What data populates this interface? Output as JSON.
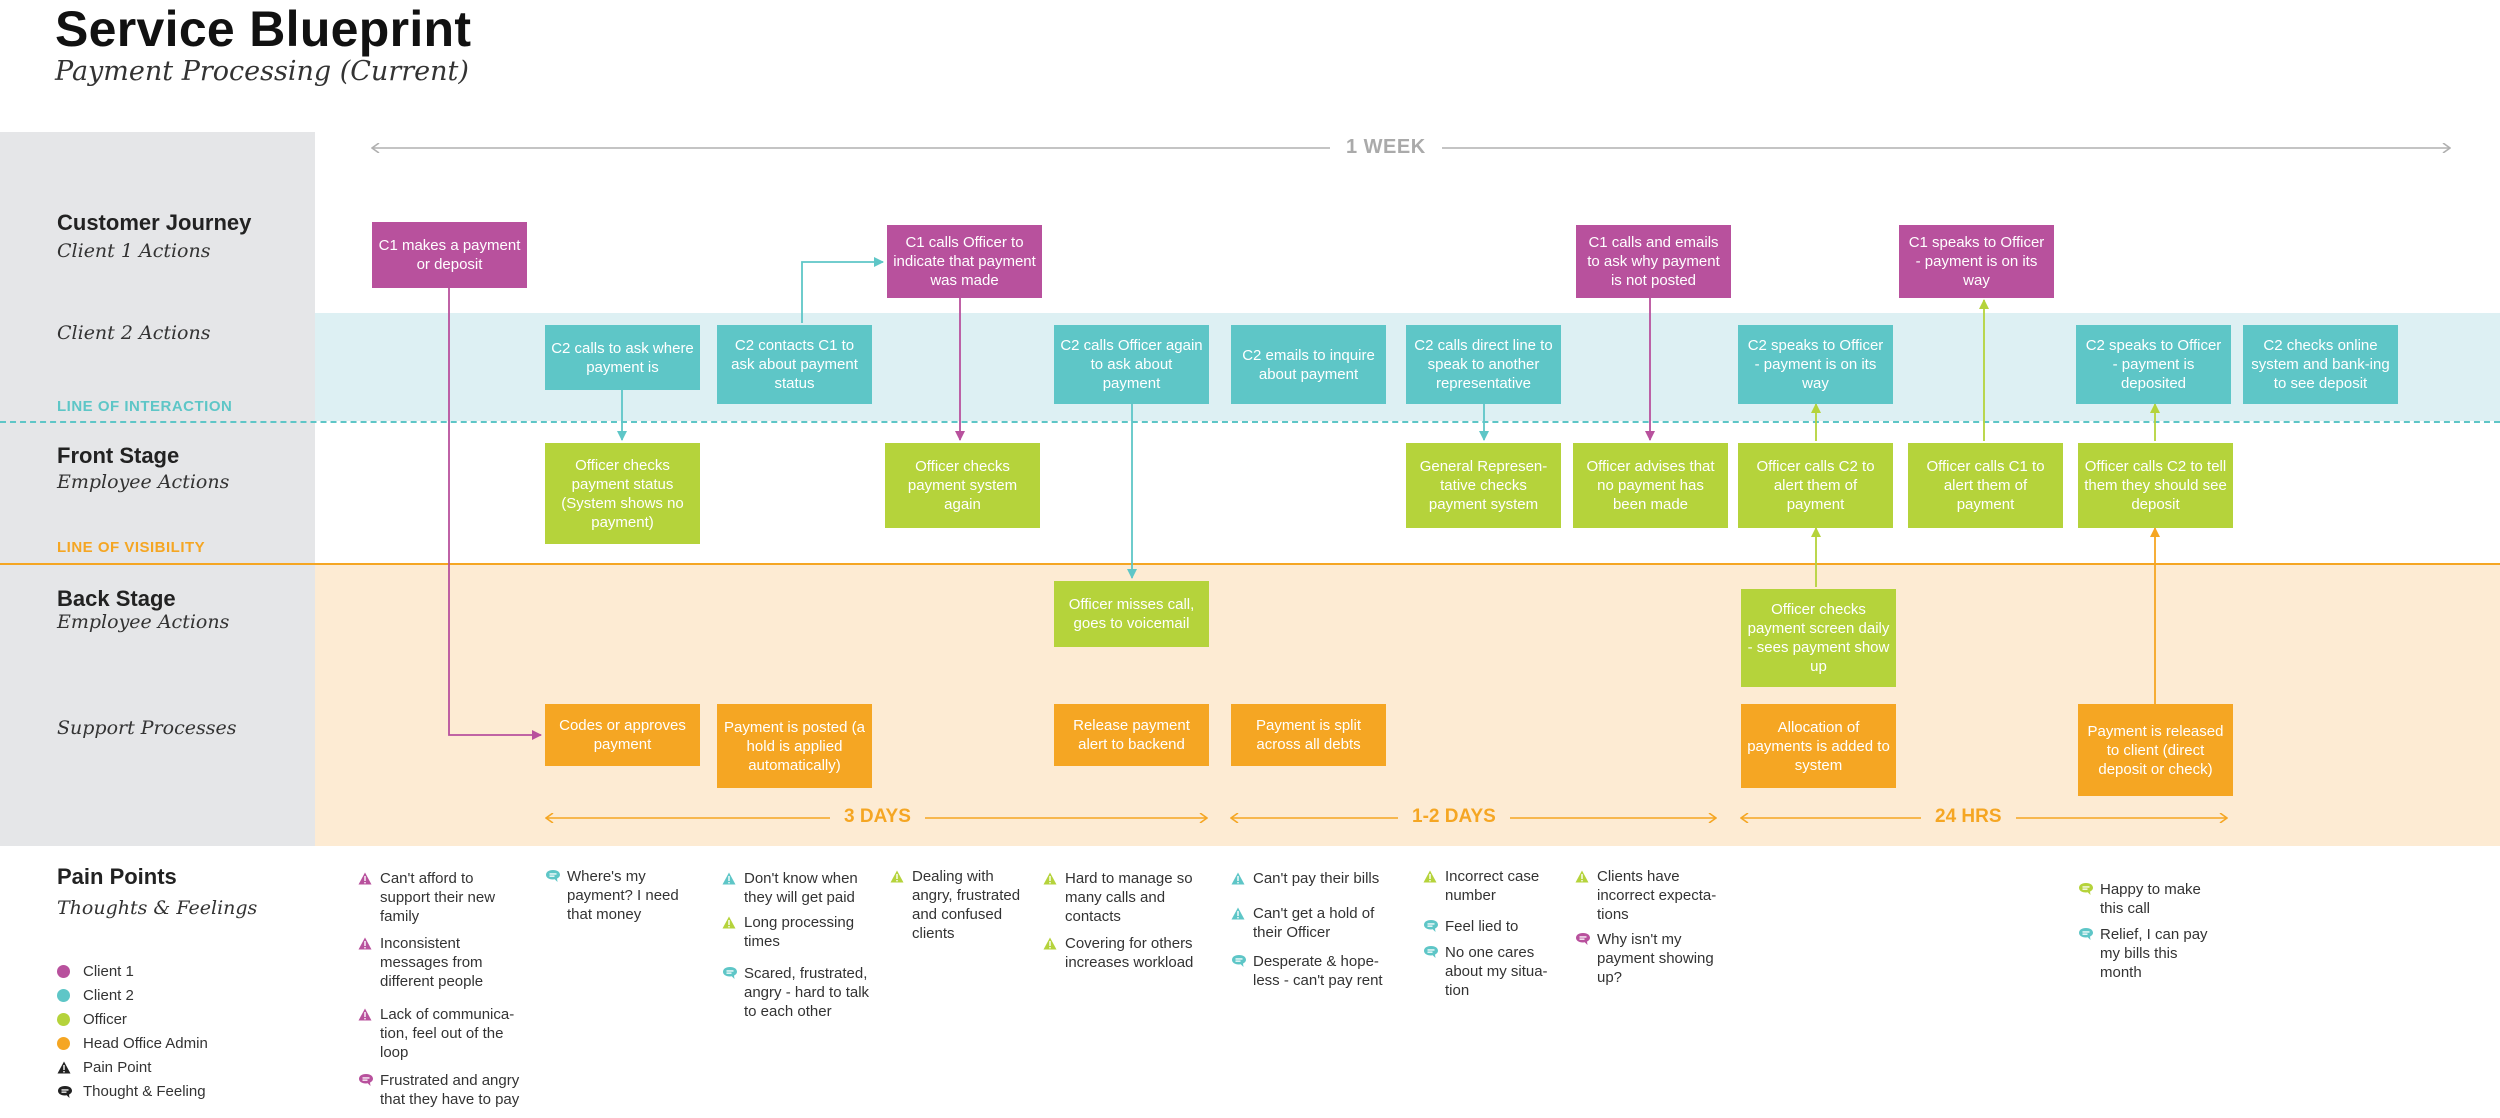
{
  "header": {
    "title": "Service Blueprint",
    "subtitle": "Payment Processing (Current)"
  },
  "timeline": {
    "label": "1 WEEK"
  },
  "lanes": {
    "customer_title": "Customer Journey",
    "client1_sub": "Client 1 Actions",
    "client2_sub": "Client 2 Actions",
    "line_interaction": "LINE OF INTERACTION",
    "front_title": "Front Stage",
    "front_sub": "Employee Actions",
    "line_visibility": "LINE OF VISIBILITY",
    "back_title": "Back Stage",
    "back_sub": "Employee Actions",
    "support_sub": "Support Processes",
    "pain_title": "Pain Points",
    "pain_sub": "Thoughts & Feelings"
  },
  "boxes": {
    "c1_1": "C1 makes a payment or deposit",
    "c1_2": "C1 calls Officer to indicate that payment was made",
    "c1_3": "C1 calls and emails to ask why payment is not posted",
    "c1_4": "C1 speaks to Officer - payment is on its way",
    "c2_1": "C2 calls to ask where payment is",
    "c2_2": "C2 contacts C1 to ask about payment status",
    "c2_3": "C2 calls Officer again to ask about payment",
    "c2_4": "C2 emails to inquire about payment",
    "c2_5": "C2 calls direct line to speak to another representative",
    "c2_6": "C2 speaks to Officer - payment is on its way",
    "c2_7": "C2 speaks to Officer - payment is deposited",
    "c2_8": "C2 checks online system and bank-ing to see deposit",
    "f_1": "Officer checks payment status (System shows no payment)",
    "f_2": "Officer checks payment system again",
    "f_3": "General Represen-tative checks payment system",
    "f_4": "Officer advises that no payment has been made",
    "f_5": "Officer calls C2 to alert them of payment",
    "f_6": "Officer calls C1 to alert them of payment",
    "f_7": "Officer calls C2 to tell them they should see deposit",
    "b_1": "Officer misses call, goes to voicemail",
    "b_2": "Officer checks payment screen daily - sees payment show up",
    "s_1": "Codes or approves payment",
    "s_2": "Payment is posted (a hold is applied automatically)",
    "s_3": "Release payment alert to backend",
    "s_4": "Payment is split across all debts",
    "s_5": "Allocation of payments is added to system",
    "s_6": "Payment is released to client (direct deposit or check)"
  },
  "durations": {
    "d1": "3 DAYS",
    "d2": "1-2 DAYS",
    "d3": "24 HRS"
  },
  "pains": [
    {
      "text": "Can't afford to support their new family",
      "icon": "pain-triangle-icon",
      "color": "#b8519d"
    },
    {
      "text": "Inconsistent messages from different people",
      "icon": "pain-triangle-icon",
      "color": "#b8519d"
    },
    {
      "text": "Lack of communica-tion, feel out of the loop",
      "icon": "pain-triangle-icon",
      "color": "#b8519d"
    },
    {
      "text": "Frustrated and angry that they have to pay",
      "icon": "thought-bubble-icon",
      "color": "#b8519d"
    },
    {
      "text": "Where's my payment? I need that money",
      "icon": "thought-bubble-icon",
      "color": "#5ec6c7"
    },
    {
      "text": "Don't know when they will get paid",
      "icon": "pain-triangle-icon",
      "color": "#5ec6c7"
    },
    {
      "text": "Long processing times",
      "icon": "pain-triangle-icon",
      "color": "#b5d33b"
    },
    {
      "text": "Scared, frustrated, angry - hard to talk to each other",
      "icon": "thought-bubble-icon",
      "color": "#5ec6c7"
    },
    {
      "text": "Dealing with angry, frustrated and confused clients",
      "icon": "pain-triangle-icon",
      "color": "#b5d33b"
    },
    {
      "text": "Hard to manage so many calls and contacts",
      "icon": "pain-triangle-icon",
      "color": "#b5d33b"
    },
    {
      "text": "Covering for others increases workload",
      "icon": "pain-triangle-icon",
      "color": "#b5d33b"
    },
    {
      "text": "Can't pay their bills",
      "icon": "pain-triangle-icon",
      "color": "#5ec6c7"
    },
    {
      "text": "Can't get a hold of their Officer",
      "icon": "pain-triangle-icon",
      "color": "#5ec6c7"
    },
    {
      "text": "Desperate & hope-less - can't pay rent",
      "icon": "thought-bubble-icon",
      "color": "#5ec6c7"
    },
    {
      "text": "Incorrect case number",
      "icon": "pain-triangle-icon",
      "color": "#b5d33b"
    },
    {
      "text": "Feel lied to",
      "icon": "thought-bubble-icon",
      "color": "#5ec6c7"
    },
    {
      "text": "No one cares about my situa-tion",
      "icon": "thought-bubble-icon",
      "color": "#5ec6c7"
    },
    {
      "text": "Clients have incorrect expecta-tions",
      "icon": "pain-triangle-icon",
      "color": "#b5d33b"
    },
    {
      "text": "Why isn't my payment showing up?",
      "icon": "thought-bubble-icon",
      "color": "#b8519d"
    },
    {
      "text": "Happy to make this call",
      "icon": "thought-bubble-icon",
      "color": "#b5d33b"
    },
    {
      "text": "Relief, I can pay my bills this month",
      "icon": "thought-bubble-icon",
      "color": "#5ec6c7"
    }
  ],
  "legend": [
    {
      "label": "Client 1",
      "color": "#b8519d",
      "icon": "client1-dot-icon"
    },
    {
      "label": "Client 2",
      "color": "#5ec6c7",
      "icon": "client2-dot-icon"
    },
    {
      "label": "Officer",
      "color": "#b5d33b",
      "icon": "officer-dot-icon"
    },
    {
      "label": "Head Office Admin",
      "color": "#f5a623",
      "icon": "head-office-admin-dot-icon"
    },
    {
      "label": "Pain Point",
      "color": "#222222",
      "icon": "pain-triangle-icon"
    },
    {
      "label": "Thought & Feeling",
      "color": "#222222",
      "icon": "thought-bubble-icon"
    }
  ],
  "colors": {
    "client1": "#b8519d",
    "client2": "#5ec6c7",
    "officer": "#b5d33b",
    "head_office_admin": "#f5a623"
  }
}
